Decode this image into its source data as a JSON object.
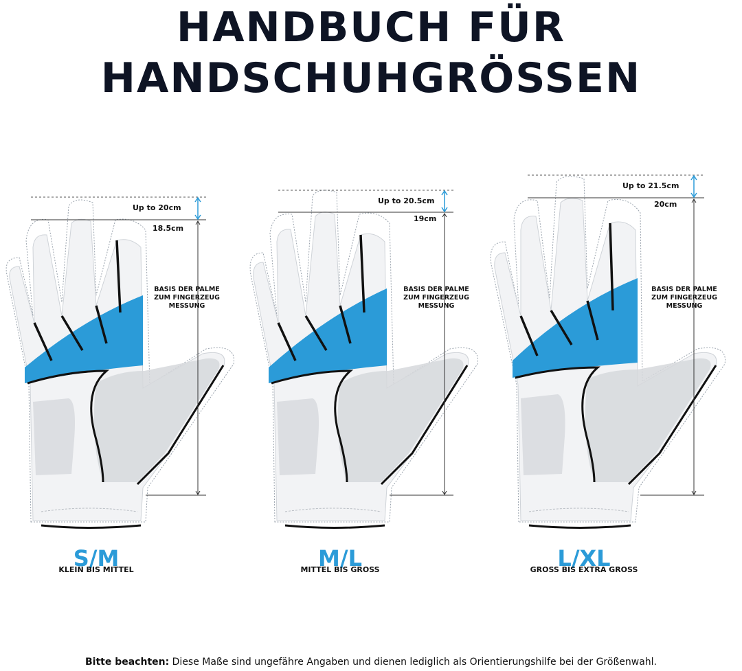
{
  "title": {
    "line1": "HANDBUCH FÜR",
    "line2": "HANDSCHUHGRÖSSEN"
  },
  "colors": {
    "accent_blue": "#2b9bd8",
    "title": "#0e1424",
    "glove_white": "#f2f3f5",
    "glove_grey": "#d6d8dc",
    "outline": "#111111"
  },
  "gloves": [
    {
      "size": "S/M",
      "description": "KLEIN BIS MITTEL",
      "max_label": "Up to 20cm",
      "base_label": "18.5cm",
      "basis": [
        "BASIS DER PALME",
        "ZUM FINGERZEUG",
        "MESSUNG"
      ]
    },
    {
      "size": "M/L",
      "description": "MITTEL BIS GROSS",
      "max_label": "Up to 20.5cm",
      "base_label": "19cm",
      "basis": [
        "BASIS DER PALME",
        "ZUM FINGERZEUG",
        "MESSUNG"
      ]
    },
    {
      "size": "L/XL",
      "description": "GROSS BIS EXTRA GROSS",
      "max_label": "Up to 21.5cm",
      "base_label": "20cm",
      "basis": [
        "BASIS DER PALME",
        "ZUM FINGERZEUG",
        "MESSUNG"
      ]
    }
  ],
  "note": {
    "prefix": "Bitte beachten:",
    "text": " Diese Maße sind ungefähre Angaben und dienen lediglich als Orientierungshilfe bei der Größenwahl."
  }
}
